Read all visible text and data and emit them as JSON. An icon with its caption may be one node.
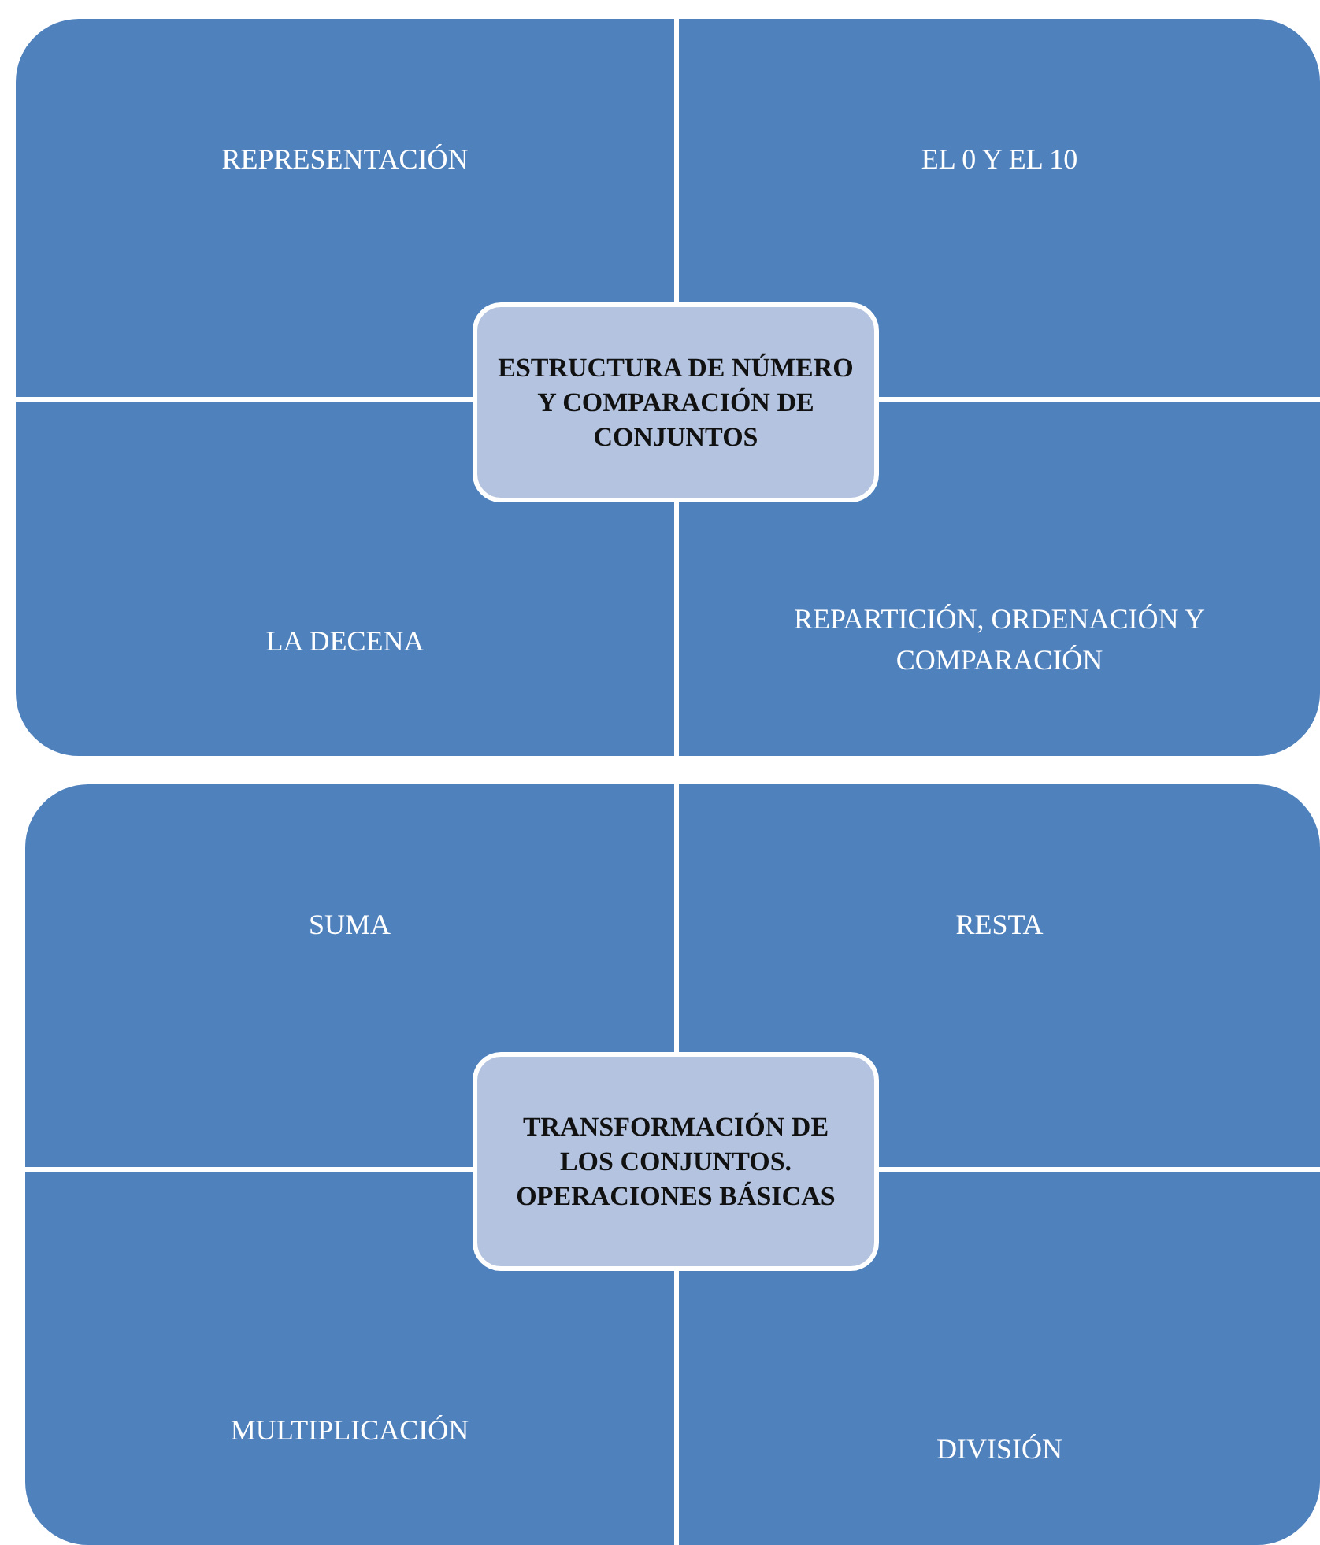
{
  "diagram": {
    "nodes": [
      {
        "text": [
          "REPRESENTACIÓN"
        ]
      },
      {
        "text": [
          "EL 0 Y EL 10"
        ]
      },
      {
        "text": [
          "LA DECENA"
        ]
      },
      {
        "text": [
          "REPARTICIÓN, ORDENACIÓN Y COMPARACIÓN"
        ]
      },
      {
        "text": [
          "ESTRUCTURA DE NÚMERO Y COMPARACIÓN DE CONJUNTOS"
        ]
      },
      {
        "text": [
          "SUMA"
        ]
      },
      {
        "text": [
          "RESTA"
        ]
      },
      {
        "text": [
          "MULTIPLICACIÓN"
        ]
      },
      {
        "text": [
          "DIVISIÓN"
        ]
      },
      {
        "text": [
          "TRANSFORMACIÓN DE LOS CONJUNTOS. OPERACIONES BÁSICAS"
        ]
      }
    ]
  }
}
